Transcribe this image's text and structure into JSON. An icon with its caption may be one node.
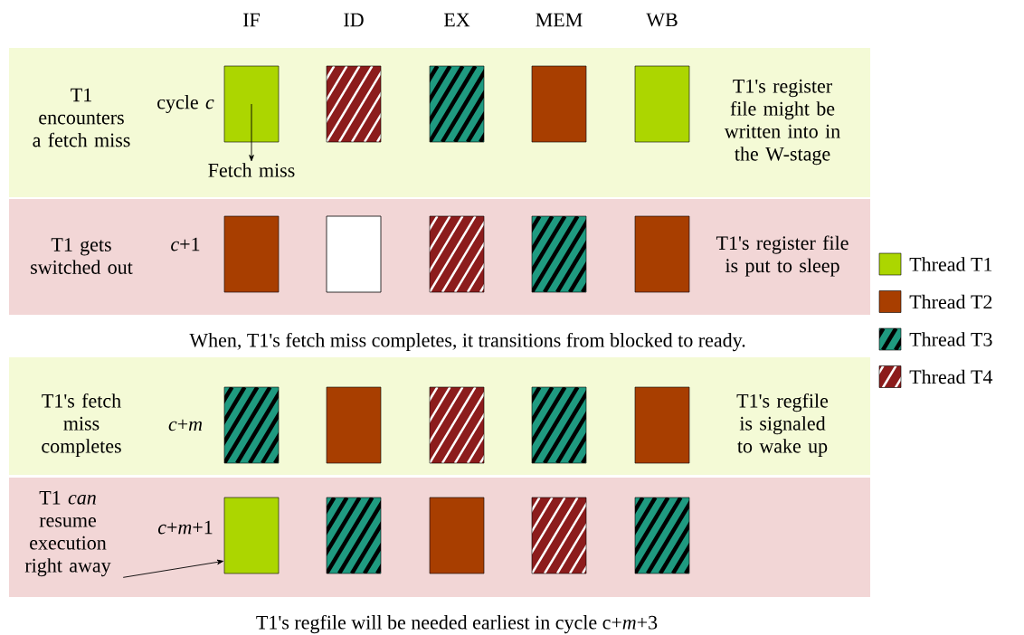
{
  "diagram": {
    "nodes": [
      {
        "text": [
          "T1 encounters a fetch miss",
          "cycle *c*",
          "T1's register file might be written into in the W-stage"
        ]
      },
      {
        "text": [],
        "shape": "box",
        "in": 0
      },
      {
        "text": [],
        "shape": "box",
        "in": 0
      },
      {
        "text": [],
        "shape": "box",
        "in": 0
      },
      {
        "text": [],
        "shape": "box",
        "in": 0
      },
      {
        "text": [],
        "shape": "box",
        "in": 0
      },
      {
        "text": [
          "Fetch miss"
        ],
        "in": 0
      },
      {
        "text": [
          "T1 gets switched out",
          "*c*+1",
          "T1's register file is put to sleep"
        ]
      },
      {
        "text": [],
        "shape": "box",
        "in": 7
      },
      {
        "text": [],
        "shape": "box",
        "in": 7
      },
      {
        "text": [],
        "shape": "box",
        "in": 7
      },
      {
        "text": [],
        "shape": "box",
        "in": 7
      },
      {
        "text": [],
        "shape": "box",
        "in": 7
      },
      {
        "text": [
          "T1's fetch miss completes",
          "*c*+*m*",
          "T1's regfile is signaled to wake up"
        ]
      },
      {
        "text": [],
        "shape": "box",
        "in": 13
      },
      {
        "text": [],
        "shape": "box",
        "in": 13
      },
      {
        "text": [],
        "shape": "box",
        "in": 13
      },
      {
        "text": [],
        "shape": "box",
        "in": 13
      },
      {
        "text": [],
        "shape": "box",
        "in": 13
      },
      {
        "text": [
          "*c*+*m*+1"
        ]
      },
      {
        "text": [
          "T1 *can* resume execution right away"
        ],
        "in": 19
      },
      {
        "text": [],
        "shape": "box",
        "in": 19
      },
      {
        "text": [],
        "shape": "box",
        "in": 19
      },
      {
        "text": [],
        "shape": "box",
        "in": 19
      },
      {
        "text": [],
        "shape": "box",
        "in": 19
      },
      {
        "text": [],
        "shape": "box",
        "in": 19
      }
    ],
    "edges": [
      {
        "from": 1,
        "to": 6,
        "arrow": "to"
      },
      {
        "from": 20,
        "to": 21,
        "arrow": "to"
      }
    ],
    "labels": [
      "IF",
      "ID",
      "EX",
      "MEM",
      "WB",
      "When, T1's fetch miss completes, it transitions from blocked to ready.",
      "T1's regfile will be needed earliest in cycle c+*m*+3"
    ],
    "legend": [
      {
        "text": "Thread T1",
        "color": "#acd600"
      },
      {
        "text": "Thread T2",
        "color": "#a83e00"
      },
      {
        "text": "Thread T3",
        "color": "#1f9a80"
      },
      {
        "text": "Thread T4",
        "color": "#8c1c1c"
      }
    ]
  }
}
